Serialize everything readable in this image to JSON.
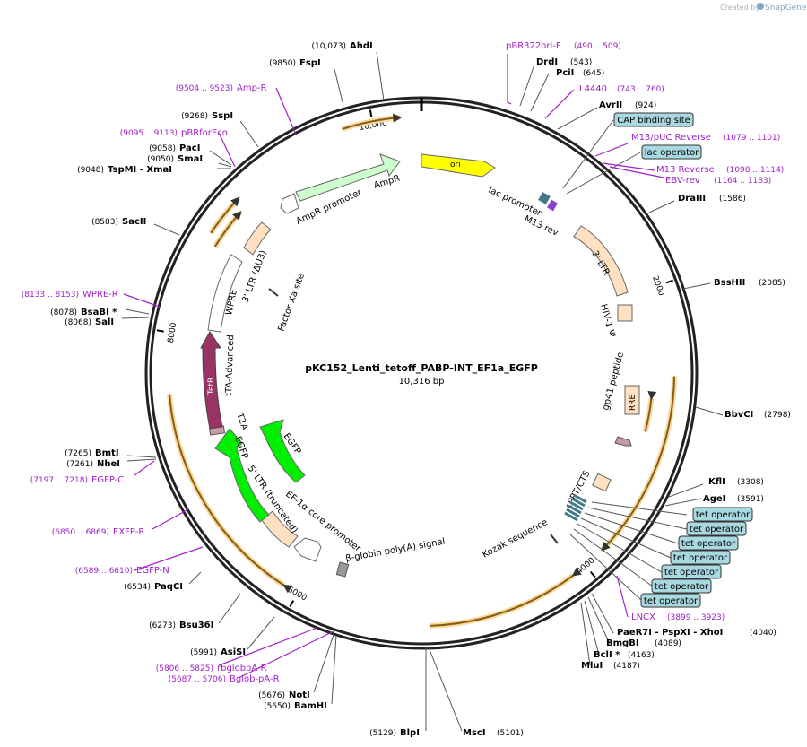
{
  "credit": {
    "prefix": "Created by",
    "brand": "SnapGene"
  },
  "plasmid": {
    "name": "pKC152_Lenti_tetoff_PABP-INT_EF1a_EGFP",
    "size_label": "10,316 bp",
    "length": 10316
  },
  "ticks": [
    {
      "pos": 2000,
      "label": "2000"
    },
    {
      "pos": 4000,
      "label": "4000"
    },
    {
      "pos": 6000,
      "label": "6000"
    },
    {
      "pos": 8000,
      "label": "8000"
    },
    {
      "pos": 10000,
      "label": "10,000"
    }
  ],
  "enzymes": [
    {
      "name": "AhdI",
      "pos_label": "(10,073)",
      "side": "L"
    },
    {
      "name": "FspI",
      "pos_label": "(9850)",
      "side": "L"
    },
    {
      "name": "SspI",
      "pos_label": "(9268)",
      "side": "L"
    },
    {
      "name": "PacI",
      "pos_label": "(9058)",
      "side": "L"
    },
    {
      "name": "SmaI",
      "pos_label": "(9050)",
      "side": "L"
    },
    {
      "name": "TspMI  - XmaI",
      "pos_label": "(9048)",
      "side": "L"
    },
    {
      "name": "SacII",
      "pos_label": "(8583)",
      "side": "L"
    },
    {
      "name": "BsaBI *",
      "pos_label": "(8078)",
      "side": "L"
    },
    {
      "name": "SalI",
      "pos_label": "(8068)",
      "side": "L"
    },
    {
      "name": "BmtI",
      "pos_label": "(7265)",
      "side": "L"
    },
    {
      "name": "NheI",
      "pos_label": "(7261)",
      "side": "L"
    },
    {
      "name": "PaqCI",
      "pos_label": "(6534)",
      "side": "L"
    },
    {
      "name": "Bsu36I",
      "pos_label": "(6273)",
      "side": "L"
    },
    {
      "name": "AsiSI",
      "pos_label": "(5991)",
      "side": "L"
    },
    {
      "name": "NotI",
      "pos_label": "(5676)",
      "side": "L"
    },
    {
      "name": "BamHI",
      "pos_label": "(5650)",
      "side": "L"
    },
    {
      "name": "BlpI",
      "pos_label": "(5129)",
      "side": "L"
    },
    {
      "name": "MscI",
      "pos_label": "(5101)",
      "side": "R"
    },
    {
      "name": "DrdI",
      "pos_label": "(543)",
      "side": "R"
    },
    {
      "name": "PciI",
      "pos_label": "(645)",
      "side": "R"
    },
    {
      "name": "AvrII",
      "pos_label": "(924)",
      "side": "R"
    },
    {
      "name": "DraIII",
      "pos_label": "(1586)",
      "side": "R"
    },
    {
      "name": "BssHII",
      "pos_label": "(2085)",
      "side": "R"
    },
    {
      "name": "BbvCI",
      "pos_label": "(2798)",
      "side": "R"
    },
    {
      "name": "KflI",
      "pos_label": "(3308)",
      "side": "R"
    },
    {
      "name": "AgeI",
      "pos_label": "(3591)",
      "side": "R"
    },
    {
      "name": "PaeR7I  - PspXI  - XhoI",
      "pos_label": "(4040)",
      "side": "R"
    },
    {
      "name": "BmgBI",
      "pos_label": "(4089)",
      "side": "R"
    },
    {
      "name": "BclI *",
      "pos_label": "(4163)",
      "side": "R"
    },
    {
      "name": "MluI",
      "pos_label": "(4187)",
      "side": "R"
    }
  ],
  "primers": [
    {
      "name": "pBR322ori-F",
      "range": "(490 .. 509)",
      "side": "R"
    },
    {
      "name": "L4440",
      "range": "(743 .. 760)",
      "side": "R"
    },
    {
      "name": "M13/pUC Reverse",
      "range": "(1079 .. 1101)",
      "side": "R"
    },
    {
      "name": "M13 Reverse",
      "range": "(1098 .. 1114)",
      "side": "R"
    },
    {
      "name": "EBV-rev",
      "range": "(1164 .. 1183)",
      "side": "R"
    },
    {
      "name": "LNCX",
      "range": "(3899 .. 3923)",
      "side": "R"
    },
    {
      "name": "Amp-R",
      "range": "(9504 .. 9523)",
      "side": "L"
    },
    {
      "name": "pBRforEco",
      "range": "(9095 .. 9113)",
      "side": "L"
    },
    {
      "name": "WPRE-R",
      "range": "(8133 .. 8153)",
      "side": "L"
    },
    {
      "name": "EGFP-C",
      "range": "(7197 .. 7218)",
      "side": "L"
    },
    {
      "name": "EXFP-R",
      "range": "(6850 .. 6869)",
      "side": "L"
    },
    {
      "name": "EGFP-N",
      "range": "(6589 .. 6610)",
      "side": "L"
    },
    {
      "name": "rbglobpA-R",
      "range": "(5806 .. 5825)",
      "side": "L"
    },
    {
      "name": "Bglob-pA-R",
      "range": "(5687 .. 5706)",
      "side": "L"
    }
  ],
  "boxed_features": [
    "CAP binding site",
    "lac operator",
    "tet operator",
    "tet operator",
    "tet operator",
    "tet operator",
    "tet operator",
    "tet operator",
    "tet operator"
  ],
  "features": [
    {
      "name": "ori",
      "color": "#ffff00"
    },
    {
      "name": "AmpR",
      "color": "#ccffcc"
    },
    {
      "name": "AmpR promoter",
      "color": "#ffffff"
    },
    {
      "name": "lac promoter",
      "color": "#ffffff"
    },
    {
      "name": "M13 rev",
      "color": "#ffffff"
    },
    {
      "name": "3' LTR",
      "color": "#ffe0c0"
    },
    {
      "name": "HIV-1 Ψ",
      "color": "#ffe0c0"
    },
    {
      "name": "RRE",
      "color": "#ffe0c0"
    },
    {
      "name": "gp41 peptide",
      "color": "#cc99aa"
    },
    {
      "name": "cPPT/CTS",
      "color": "#ffe0c0"
    },
    {
      "name": "Kozak sequence",
      "color": "#ffffff"
    },
    {
      "name": "β-globin poly(A) signal",
      "color": "#999999"
    },
    {
      "name": "EF-1α core promoter",
      "color": "#ffffff"
    },
    {
      "name": "5' LTR (truncated)",
      "color": "#ffe0c0"
    },
    {
      "name": "EGFP",
      "color": "#00ee00"
    },
    {
      "name": "T2A",
      "color": "#cc99aa"
    },
    {
      "name": "TetR",
      "color": "#993366"
    },
    {
      "name": "tTA-Advanced",
      "color": "#993366"
    },
    {
      "name": "WPRE",
      "color": "#ffffff"
    },
    {
      "name": "3' LTR (ΔU3)",
      "color": "#ffe0c0"
    },
    {
      "name": "Factor Xa site",
      "color": "#ffffff"
    }
  ]
}
